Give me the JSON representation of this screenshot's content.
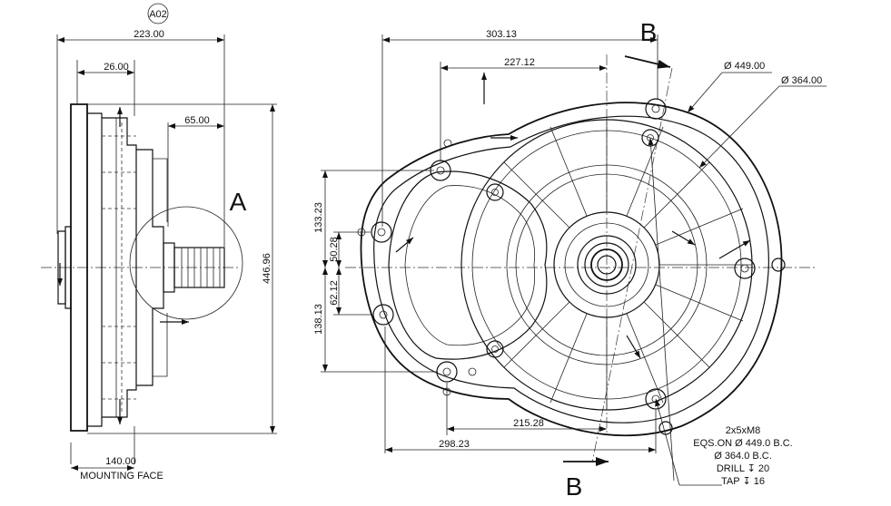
{
  "sheet_tag": "A02",
  "side_view": {
    "dims": {
      "overall_width": "223.00",
      "flange_depth": "26.00",
      "hub_offset": "65.00",
      "height": "446.96",
      "mounting_offset": "140.00"
    },
    "mounting_face_label": "MOUNTING FACE",
    "detail_label": "A"
  },
  "front_view": {
    "dims": {
      "width_overall": "303.13",
      "width_center": "227.12",
      "dia_outer": "Ø 449.00",
      "dia_inner": "Ø 364.00",
      "v_upper": "133.23",
      "v_center_upper": "50.28",
      "v_center_lower": "62.12",
      "v_lower": "138.13",
      "h_bottom_inner": "215.28",
      "h_bottom_outer": "298.23"
    },
    "section_label_top": "B",
    "section_label_bottom": "B",
    "hole_note": [
      "2x5xM8",
      "EQS.ON  Ø 449.0 B.C.",
      "Ø 364.0 B.C.",
      "DRILL ↧ 20",
      "TAP ↧ 16"
    ]
  }
}
